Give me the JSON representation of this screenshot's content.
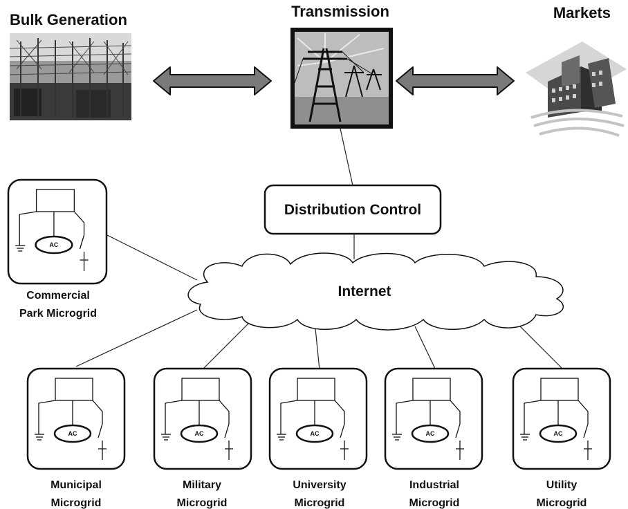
{
  "headers": {
    "bulk_generation": "Bulk Generation",
    "transmission": "Transmission",
    "markets": "Markets"
  },
  "distribution_control": "Distribution Control",
  "internet": "Internet",
  "microgrids": [
    {
      "line1": "Commercial",
      "line2": "Park Microgrid",
      "ac": "AC"
    },
    {
      "line1": "Municipal",
      "line2": "Microgrid",
      "ac": "AC"
    },
    {
      "line1": "Military",
      "line2": "Microgrid",
      "ac": "AC"
    },
    {
      "line1": "University",
      "line2": "Microgrid",
      "ac": "AC"
    },
    {
      "line1": "Industrial",
      "line2": "Microgrid",
      "ac": "AC"
    },
    {
      "line1": "Utility",
      "line2": "Microgrid",
      "ac": "AC"
    }
  ]
}
